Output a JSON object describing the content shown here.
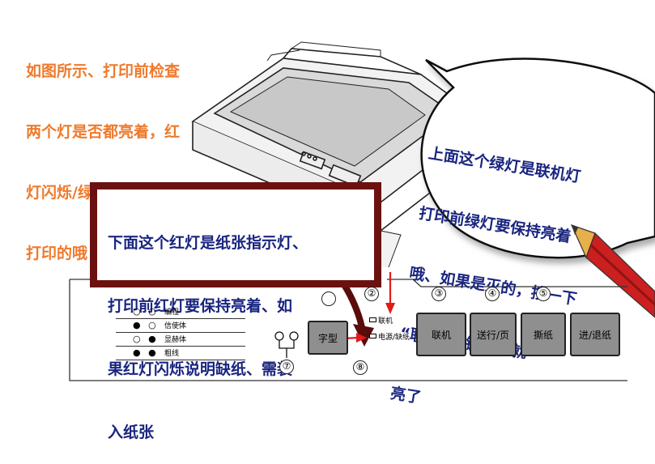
{
  "intro_text": [
    "如图所示、打印前检查",
    "两个灯是否都亮着，红",
    "灯闪烁/绿灯灭都是不能",
    "打印的哦"
  ],
  "red_note": [
    "下面这个红灯是纸张指示灯、",
    "打印前红灯要保持亮着、如",
    "果红灯闪烁说明缺纸、需装",
    "入纸张"
  ],
  "green_note": [
    "上面这个绿灯是联机灯",
    "打印前绿灯要保持亮着",
    "哦、如果是灭的，按一下",
    "“联机”按键绿灯就",
    "亮了"
  ],
  "panel": {
    "modes": [
      {
        "dots": "○ ○",
        "label": "编程"
      },
      {
        "dots": "● ○",
        "label": "信使体"
      },
      {
        "dots": "○ ●",
        "label": "显赫体"
      },
      {
        "dots": "● ●",
        "label": "粗线"
      }
    ],
    "keys": {
      "font": "字型",
      "online": "联机",
      "feed": "送行/页",
      "tear": "撕纸",
      "advance": "进/退纸"
    },
    "leds": {
      "online": "联机",
      "power": "电源/缺纸"
    },
    "numbers": {
      "n2": "②",
      "n3": "③",
      "n4": "④",
      "n5": "⑤",
      "n7": "⑦",
      "n8": "⑧"
    }
  },
  "colors": {
    "intro": "#ee7a2c",
    "note_text": "#1a2580",
    "red_frame": "#6b1210",
    "arrow": "#e11a1a",
    "key_fill": "#8f8f8f"
  }
}
